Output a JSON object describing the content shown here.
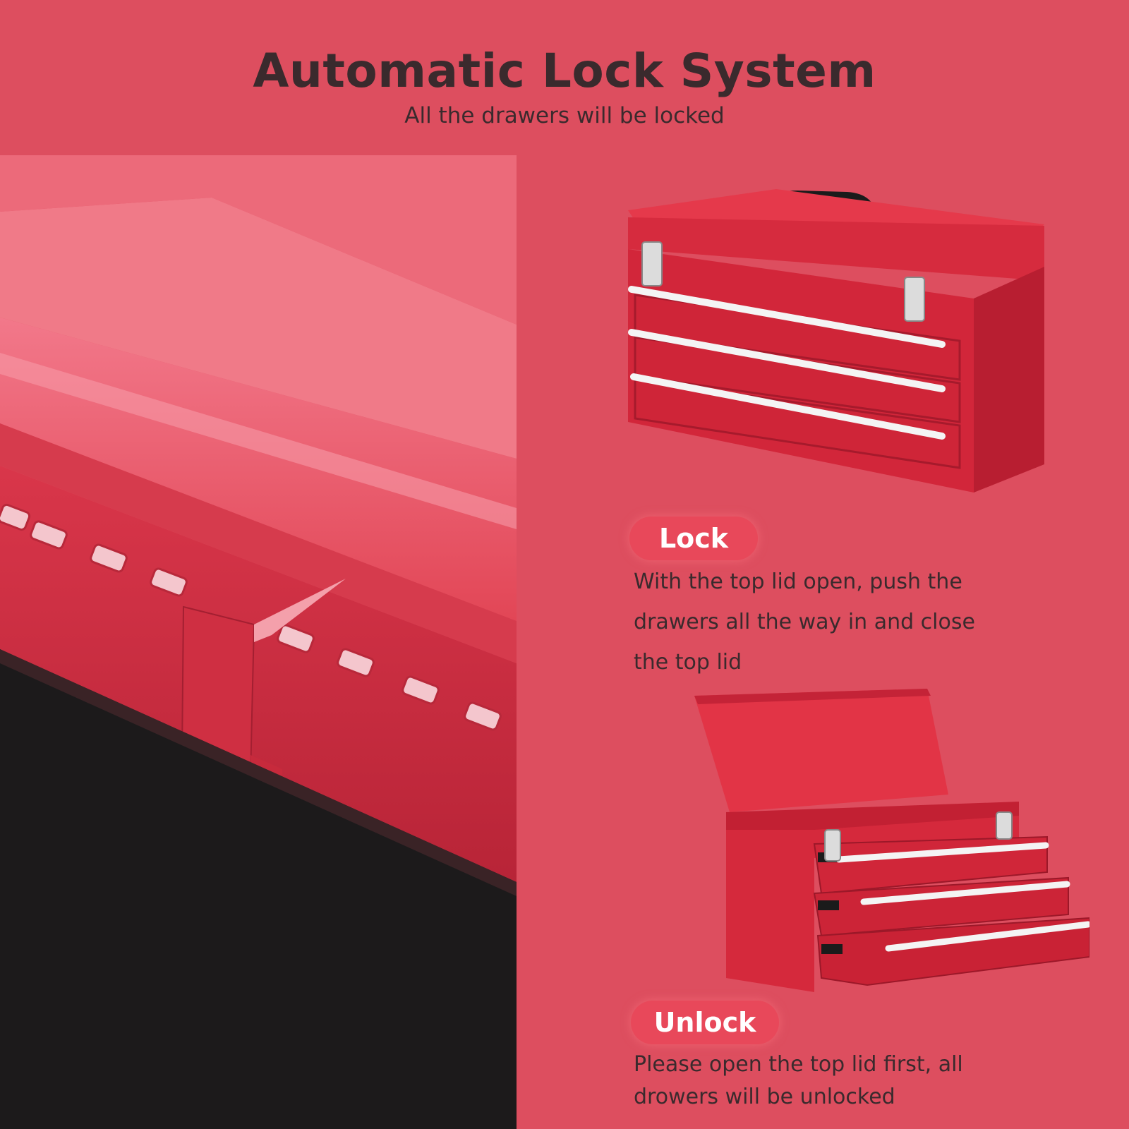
{
  "header": {
    "title": "Automatic Lock System",
    "subtitle": "All the drawers will be locked"
  },
  "lock_section": {
    "label": "Lock",
    "description_lines": [
      "With the top lid open, push the",
      "drawers all the way in and close",
      "the top lid"
    ]
  },
  "unlock_section": {
    "label": "Unlock",
    "description_lines": [
      "Please open the top lid first, all",
      "drowers will be unlocked"
    ]
  },
  "colors": {
    "background": "#dd4e5f",
    "toolbox_red": "#d8283a",
    "text_dark": "#3a2a2d",
    "pill": "#e8485a"
  }
}
